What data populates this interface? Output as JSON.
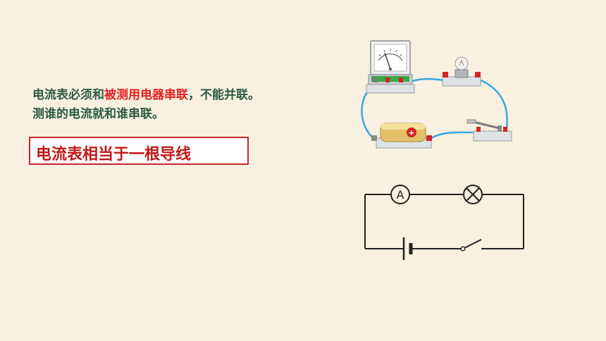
{
  "text": {
    "line1_a": "电流表必须和",
    "line1_b": "被测用电器串联",
    "line1_c": "，不能并联。",
    "line2": "测谁的电流就和谁串联。",
    "boxed": "电流表相当于一根导线"
  },
  "schematic": {
    "ammeter_symbol": "A"
  },
  "colors": {
    "background": "#f8f1e1",
    "text": "#2e5a45",
    "highlight": "#e41e1e",
    "box_border": "#c62828",
    "box_text": "#c01818",
    "wire": "#35a8e0"
  },
  "icons": [
    "ammeter-icon",
    "bulb-icon",
    "battery-icon",
    "switch-icon",
    "lamp-symbol-icon",
    "ammeter-symbol-icon",
    "battery-symbol-icon",
    "switch-symbol-icon"
  ]
}
